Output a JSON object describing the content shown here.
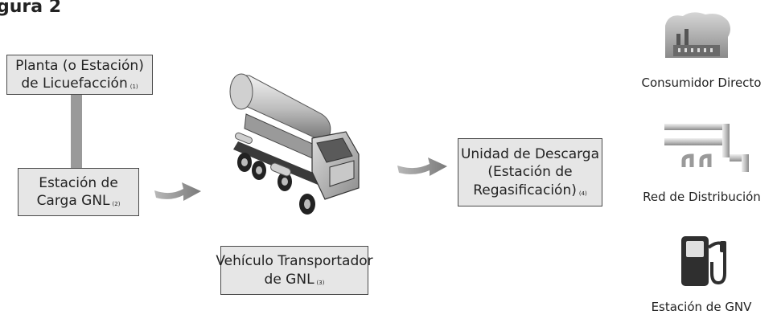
{
  "figure": {
    "title": "gura 2"
  },
  "boxes": {
    "plant": {
      "line1": "Planta (o Estación)",
      "line2": "de Licuefacción",
      "note": "(1)"
    },
    "loading": {
      "line1": "Estación de",
      "line2": "Carga GNL",
      "note": "(2)"
    },
    "vehicle": {
      "line1": "Vehículo Transportador",
      "line2": "de GNL",
      "note": "(3)"
    },
    "unloading": {
      "line1": "Unidad de Descarga",
      "line2": "(Estación de",
      "line3": "Regasificación)",
      "note": "(4)"
    }
  },
  "consumers": [
    {
      "label": "Consumidor Directo",
      "icon": "factory-icon"
    },
    {
      "label": "Red de Distribución",
      "icon": "pipeline-icon"
    },
    {
      "label": "Estación de GNV",
      "icon": "fuel-pump-icon"
    }
  ],
  "colors": {
    "box_fill": "#e6e6e6",
    "border": "#4a4a4a",
    "connector": "#9a9a9a",
    "arrow": "#8c8c8c"
  }
}
